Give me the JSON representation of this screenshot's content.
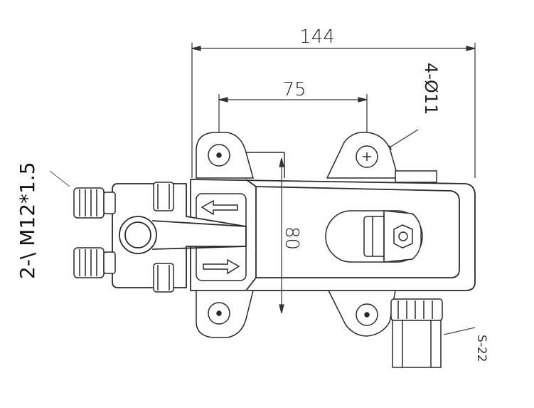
{
  "dimensions": {
    "overall_width": "144",
    "hole_spacing": "75",
    "body_height": "80"
  },
  "callouts": {
    "mounting_holes": "4-Ø11",
    "port_thread": "2-\\ M12*1.5",
    "wrench_size": "S-22"
  },
  "colors": {
    "line": "#2a2a2a",
    "background": "#ffffff"
  }
}
